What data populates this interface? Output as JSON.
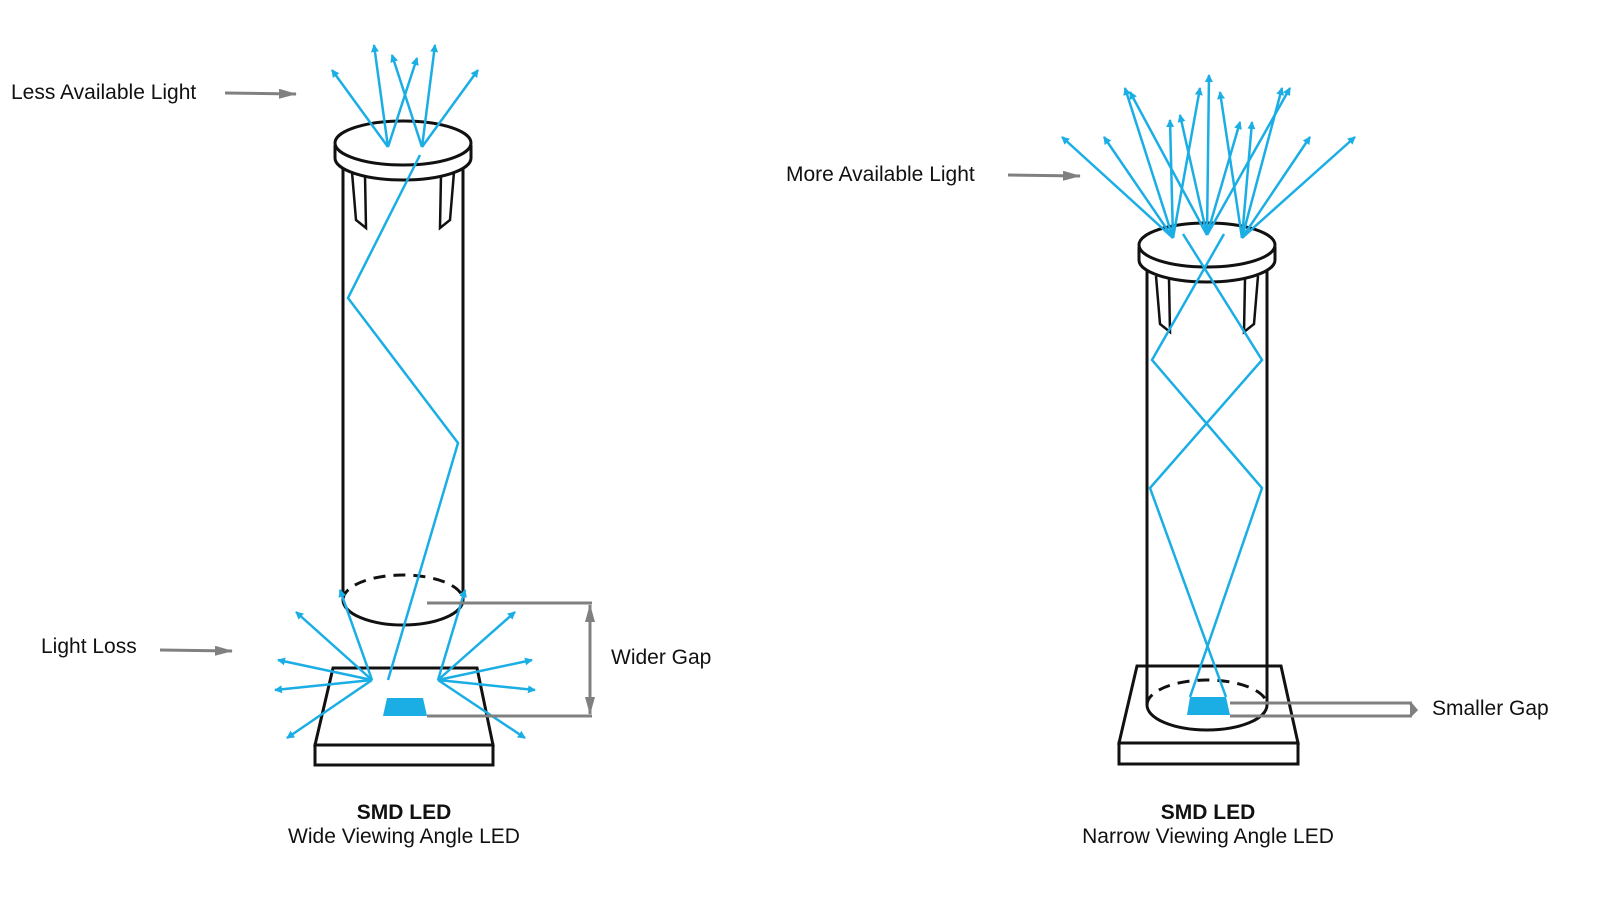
{
  "colors": {
    "light": "#1aaee5",
    "outline": "#111111",
    "annotation": "#808080"
  },
  "labels": {
    "less_light": "Less Available Light",
    "more_light": "More Available Light",
    "light_loss": "Light Loss",
    "wider_gap": "Wider Gap",
    "smaller_gap": "Smaller Gap"
  },
  "left_led": {
    "title": "SMD LED",
    "subtitle": "Wide Viewing Angle LED"
  },
  "right_led": {
    "title": "SMD LED",
    "subtitle": "Narrow Viewing Angle LED"
  }
}
